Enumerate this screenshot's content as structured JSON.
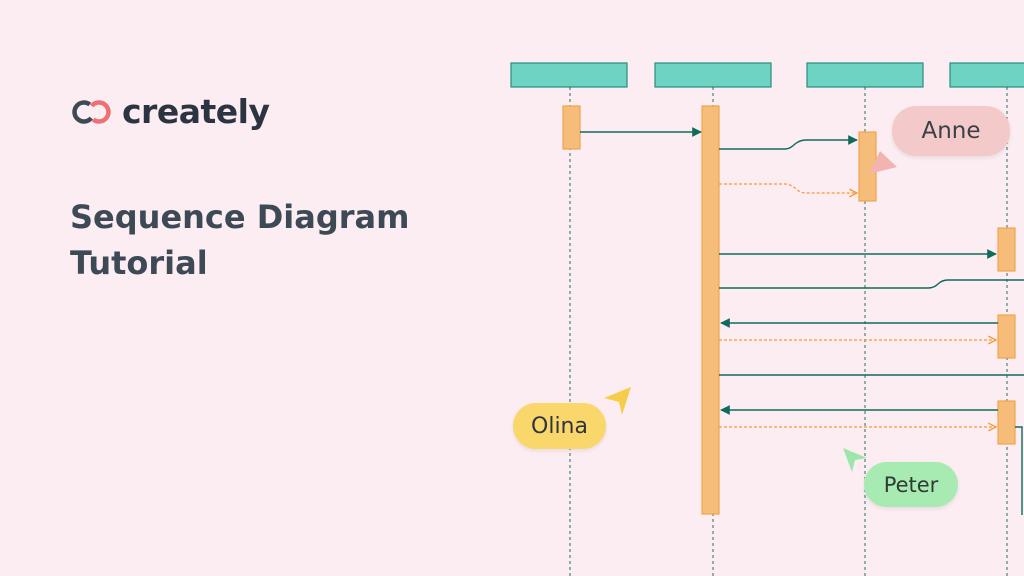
{
  "brand": {
    "name": "creately"
  },
  "title": {
    "line1": "Sequence Diagram",
    "line2": "Tutorial"
  },
  "collaborators": {
    "anne": {
      "name": "Anne",
      "color": "#f3cac9",
      "cursor_color": "#f3b3b0"
    },
    "olina": {
      "name": "Olina",
      "color": "#f9d76a",
      "cursor_color": "#f6cd4a"
    },
    "peter": {
      "name": "Peter",
      "color": "#a7ebb3",
      "cursor_color": "#9be6a8"
    }
  },
  "colors": {
    "background": "#fcedf2",
    "participant_fill": "#6dd3c2",
    "participant_stroke": "#2a8d7d",
    "activation_fill": "#f6bd7a",
    "activation_stroke": "#f0a54a",
    "sync_message": "#0f6b5c",
    "return_message": "#f49b35",
    "lifeline": "#2a6d63"
  },
  "icons": {
    "logo": "creately-logo-icon",
    "cursor": "pointer-cursor-icon"
  }
}
